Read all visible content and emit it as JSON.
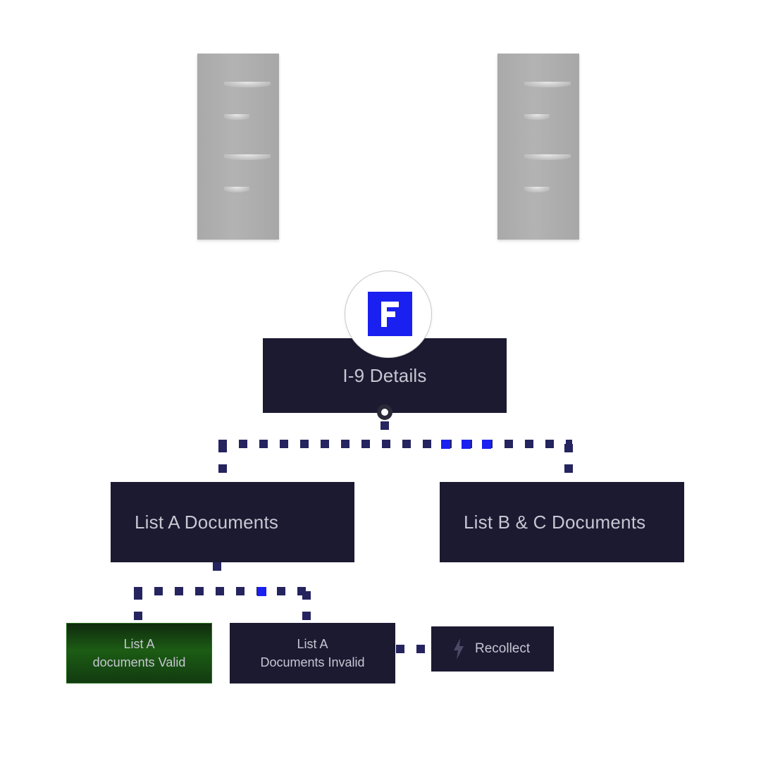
{
  "diagram": {
    "root": {
      "label": "I-9 Details",
      "logo_icon": "brand-f-icon"
    },
    "children": [
      {
        "label": "List A Documents"
      },
      {
        "label": "List B & C Documents"
      }
    ],
    "list_a_outcomes": [
      {
        "line1": "List A",
        "line2": "documents Valid",
        "status_color": "#1c5c14"
      },
      {
        "line1": "List A",
        "line2": "Documents Invalid",
        "status_color": "#1b1a31"
      }
    ],
    "action": {
      "label": "Recollect",
      "icon": "lightning-bolt-icon"
    },
    "colors": {
      "node_bg": "#1b1a31",
      "connector": "#25245f",
      "connector_highlight": "#1a20f0",
      "valid_green": "#1c5c14",
      "brand_blue": "#1a20f0"
    },
    "decor": {
      "left_icon": "filing-cabinet-icon",
      "right_icon": "filing-cabinet-icon"
    }
  }
}
